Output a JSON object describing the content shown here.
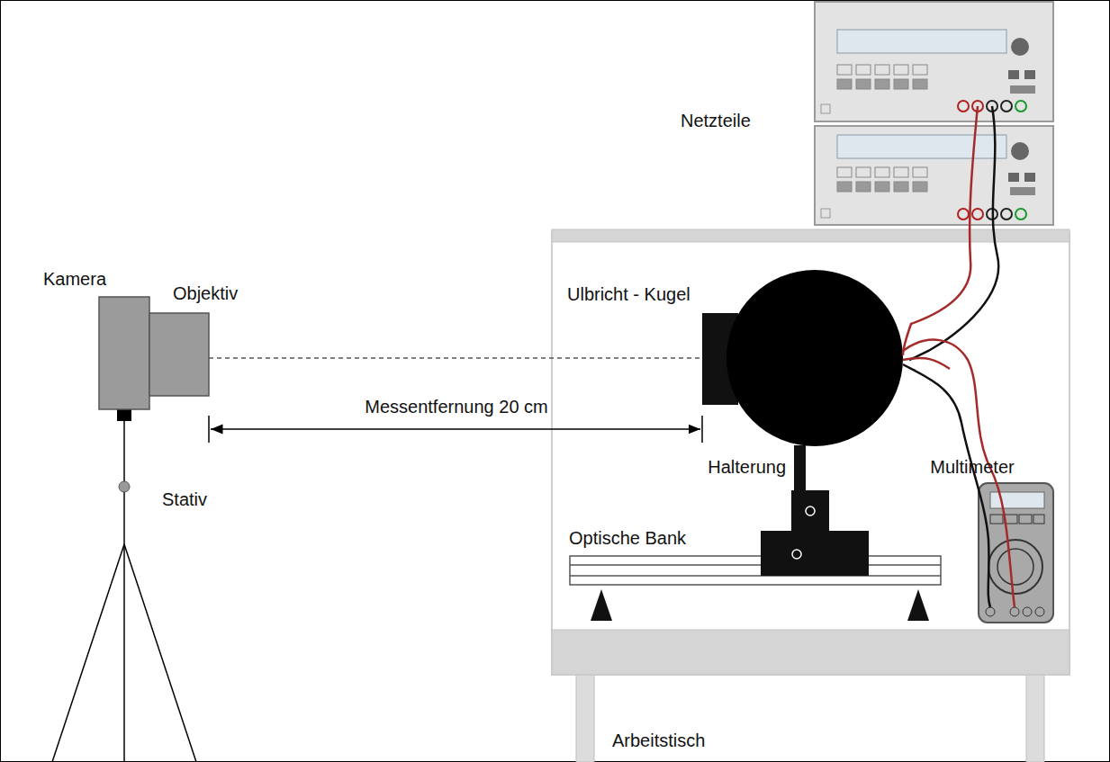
{
  "diagram": {
    "labels": [
      "Netzteile",
      "Kamera",
      "Objektiv",
      "Ulbricht - Kugel",
      "Messentfernung 20 cm",
      "Halterung",
      "Stativ",
      "Multimeter",
      "Optische Bank",
      "Arbeitstisch"
    ]
  }
}
